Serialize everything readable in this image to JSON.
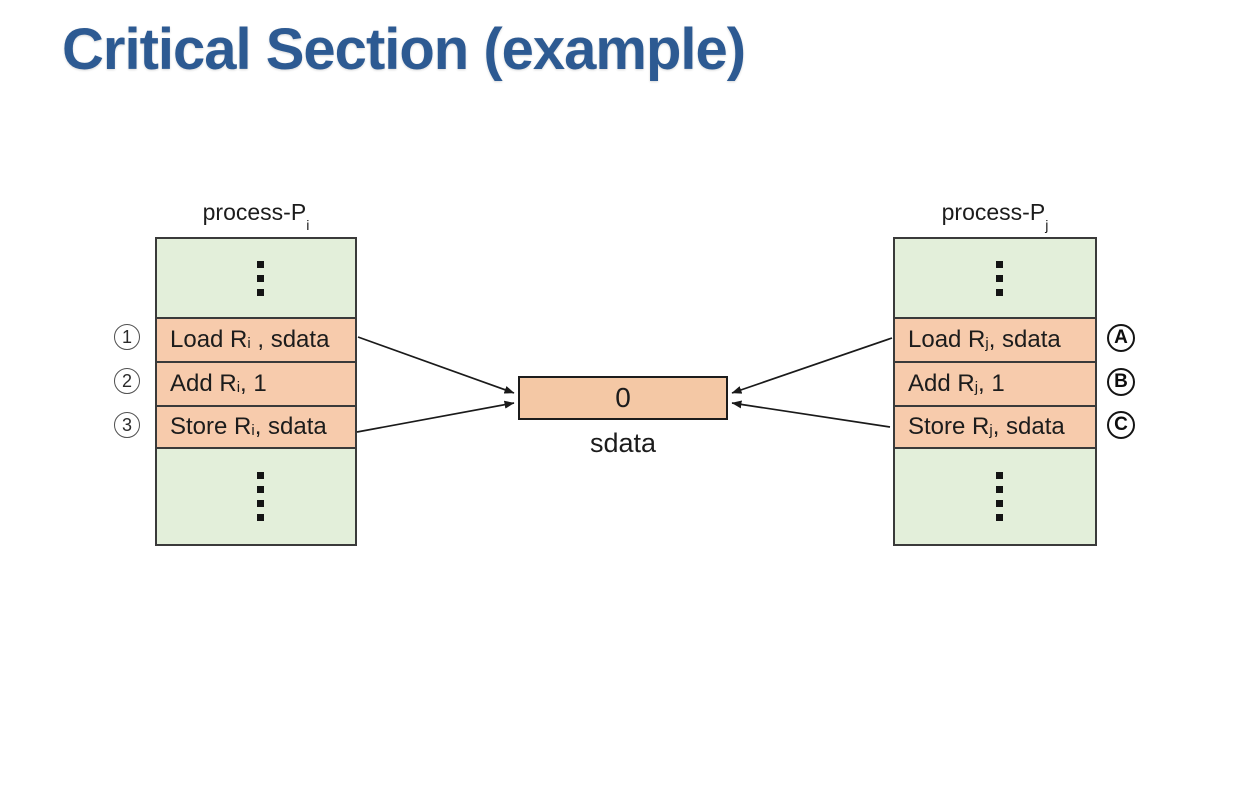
{
  "slide": {
    "title": "Critical Section (example)"
  },
  "colors": {
    "title_text": "#2d5a92",
    "process_block_green": "#e3efda",
    "instruction_row_orange": "#f7cbac",
    "shared_box_fill": "#f4c8a5",
    "outline": "#3a3a3a",
    "text": "#1c1c1c"
  },
  "left_process": {
    "label": "process-P",
    "label_sub": "i",
    "rows": [
      {
        "marker": "1",
        "pre": "Load R",
        "sub": "i",
        "post": " , sdata"
      },
      {
        "marker": "2",
        "pre": "Add R",
        "sub": "i",
        "post": ", 1"
      },
      {
        "marker": "3",
        "pre": "Store R",
        "sub": "i",
        "post": ", sdata"
      }
    ]
  },
  "right_process": {
    "label": "process-P",
    "label_sub": "j",
    "rows": [
      {
        "marker": "A",
        "pre": "Load R",
        "sub": "j",
        "post": ", sdata"
      },
      {
        "marker": "B",
        "pre": "Add R",
        "sub": "j",
        "post": ", 1"
      },
      {
        "marker": "C",
        "pre": "Store R",
        "sub": "j",
        "post": ", sdata"
      }
    ]
  },
  "shared": {
    "value": "0",
    "label": "sdata"
  }
}
